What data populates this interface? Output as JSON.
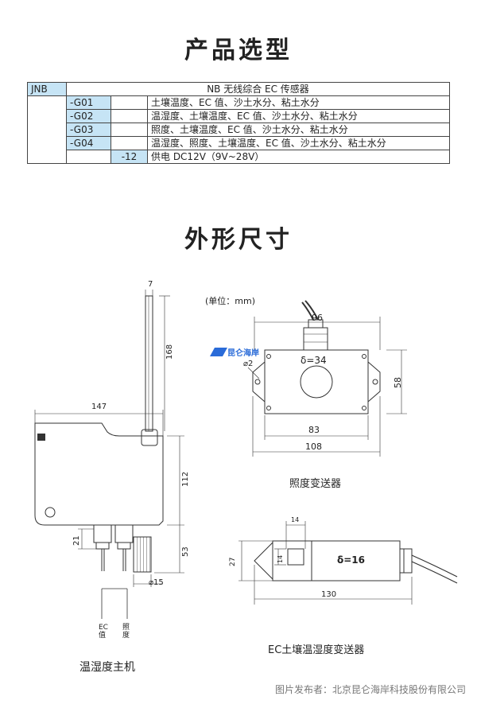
{
  "selection": {
    "title": "产品选型",
    "base_code": "JNB",
    "base_desc": "NB 无线综合 EC 传感器",
    "models": [
      {
        "code": "-G01",
        "desc": "土壤温度、EC 值、沙土水分、粘土水分"
      },
      {
        "code": "-G02",
        "desc": "温湿度、土壤温度、EC 值、沙土水分、粘土水分"
      },
      {
        "code": "-G03",
        "desc": "照度、土壤温度、EC 值、沙土水分、粘土水分"
      },
      {
        "code": "-G04",
        "desc": "温湿度、照度、土壤温度、EC 值、沙土水分、粘土水分"
      }
    ],
    "power": {
      "code": "-12",
      "desc": "供电 DC12V（9V~28V）"
    }
  },
  "dimensions": {
    "title": "外形尺寸",
    "unit_note": "(单位：mm)",
    "main_unit": {
      "caption": "温湿度主机",
      "dims": {
        "antenna_w": "7",
        "antenna_h": "168",
        "width": "147",
        "height": "112",
        "bottom": "53",
        "gland": "21",
        "probe_dia": "⌀15"
      },
      "port_labels": {
        "ec": "EC值",
        "lux": "照度"
      }
    },
    "lux_sensor": {
      "caption": "照度变送器",
      "dims": {
        "outer_w": "96",
        "outer_h": "58",
        "inner_w": "83",
        "total_w": "108",
        "hole": "⌀2"
      },
      "window": "δ=34"
    },
    "ec_sensor": {
      "caption": "EC土壤温湿度变送器",
      "dims": {
        "window_w": "14",
        "window_h": "14",
        "body_h": "27",
        "length": "130"
      },
      "window": "δ=16"
    },
    "brand_logo": "昆仑海岸"
  },
  "watermark": "图片发布者：北京昆仑海岸科技股份有限公司",
  "colors": {
    "highlight": "#c6e4f5",
    "logo_blue": "#2a6bd8",
    "line": "#333333"
  }
}
